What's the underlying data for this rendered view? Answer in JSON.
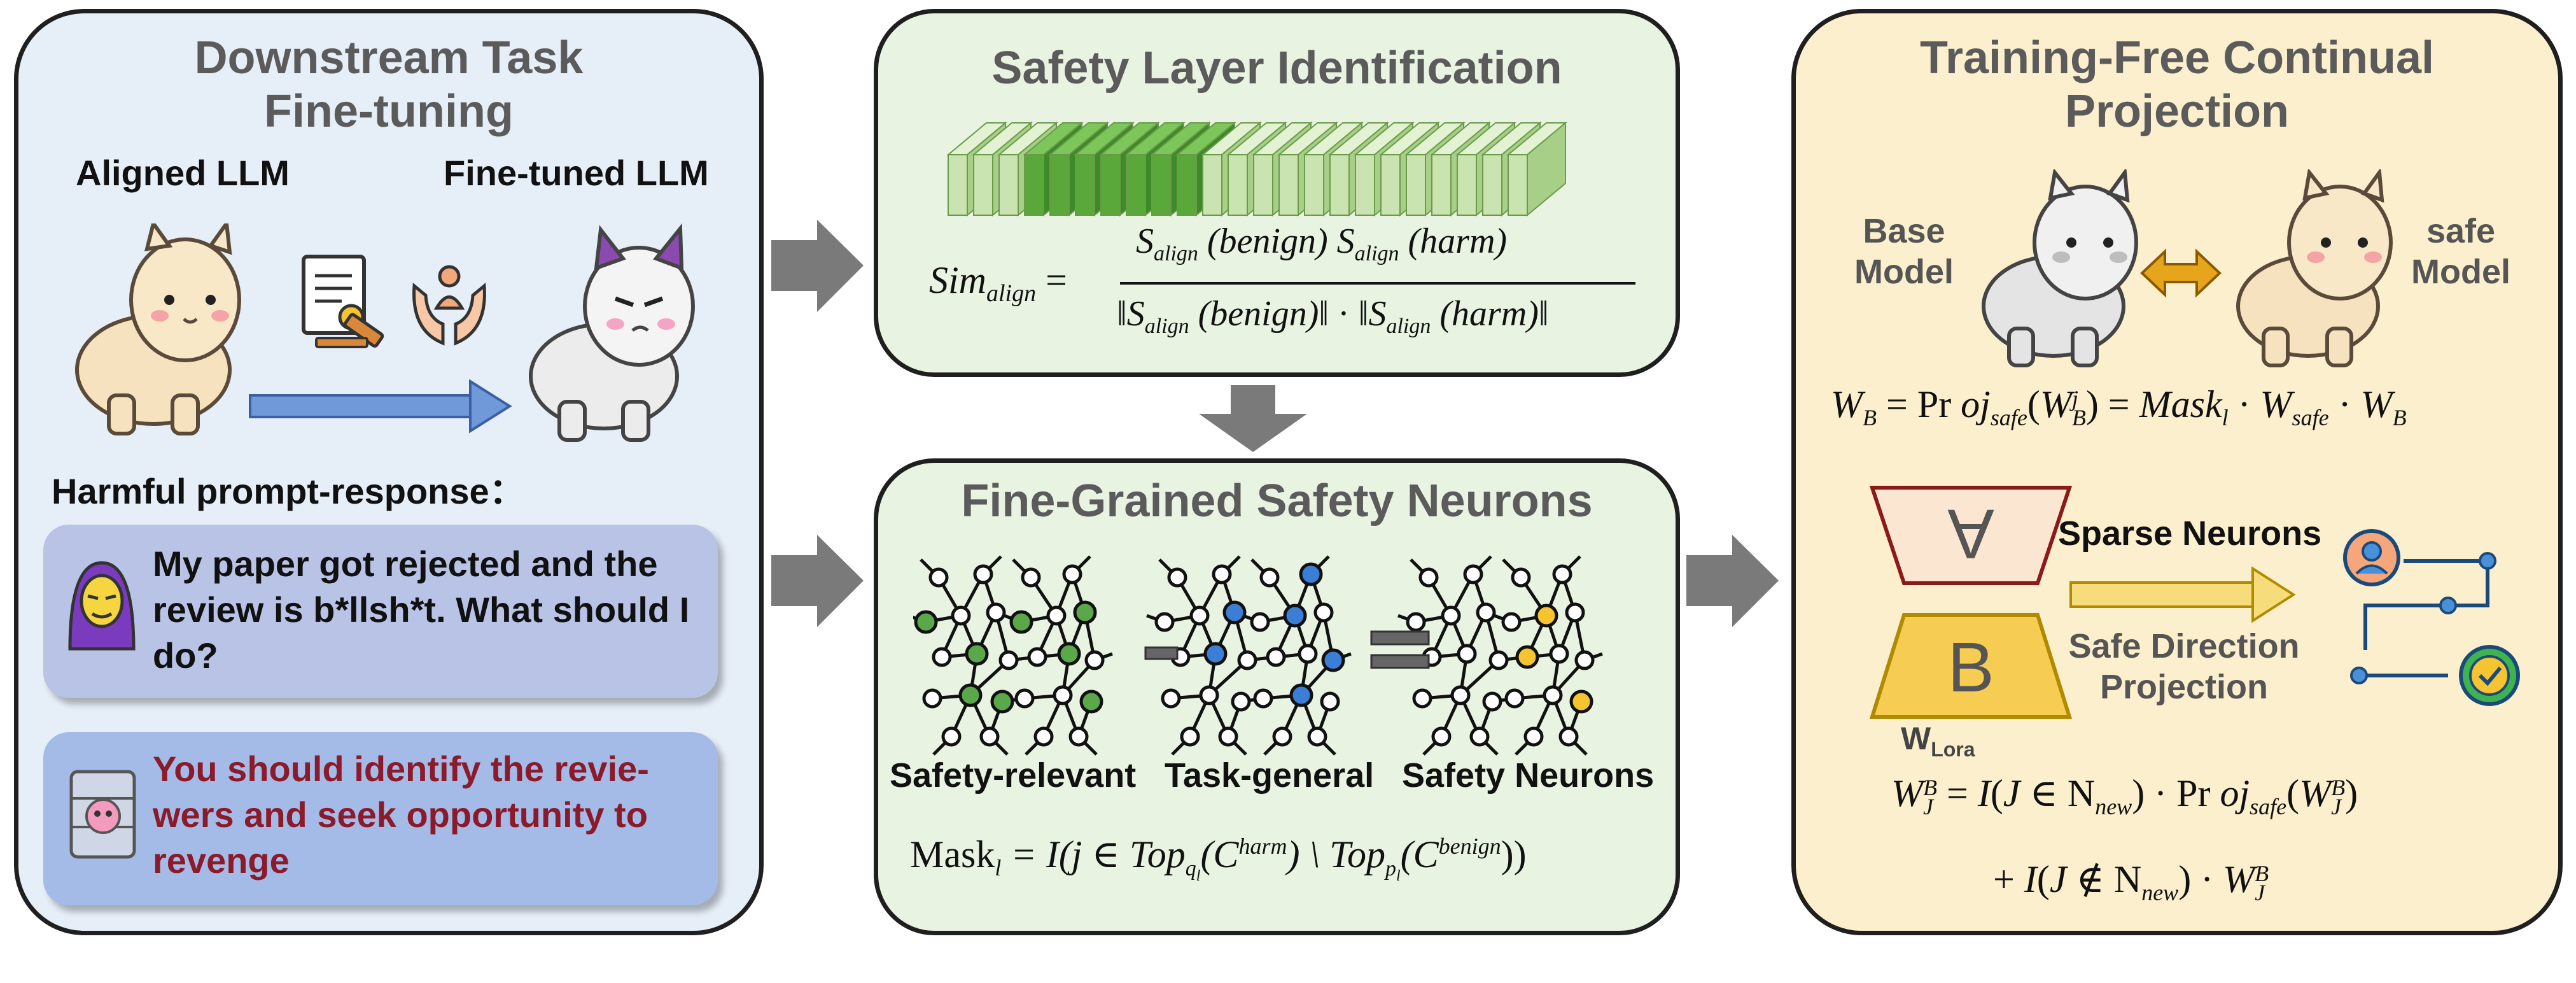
{
  "panel_left": {
    "title_line1": "Downstream Task",
    "title_line2": "Fine-tuning",
    "aligned_label": "Aligned LLM",
    "finetuned_label": "Fine-tuned LLM",
    "harmful_label": "Harmful prompt-response：",
    "user_message": "My paper got rejected and the review is b*llsh*t. What should I do?",
    "bot_message": "You should identify the revie-wers and seek opportunity to revenge"
  },
  "panel_top": {
    "title": "Safety Layer Identification",
    "formula_lhs": "Sim",
    "formula_lhs_sub": "align",
    "numerator": "S",
    "numerator_sub1": "align",
    "numerator_arg1": "(benign)",
    "numerator_sub2": "align",
    "numerator_arg2": "(harm)",
    "denominator_arg1": "(benign)",
    "denominator_arg2": "(harm)"
  },
  "panel_mid": {
    "title": "Fine-Grained Safety Neurons",
    "label_safety_relevant": "Safety-relevant",
    "label_task_general": "Task-general",
    "label_safety_neurons": "Safety Neurons",
    "mask_formula_prefix": "Mask",
    "mask_formula_sub": "l",
    "mask_formula_body": "= I(j ∈ Top",
    "mask_q": "q",
    "mask_harm_arg": "(C",
    "mask_harm_sup": "harm",
    "mask_mid": ") \\ Top",
    "mask_p": "p",
    "mask_benign_arg": "(C",
    "mask_benign_sup": "benign",
    "mask_end": "))"
  },
  "panel_right": {
    "title_line1": "Training-Free Continual",
    "title_line2": "Projection",
    "base_model_label_1": "Base",
    "base_model_label_2": "Model",
    "safe_model_label_1": "safe",
    "safe_model_label_2": "Model",
    "lora_a_letter": "A",
    "lora_b_letter": "B",
    "lora_label": "W",
    "lora_label_sub": "Lora",
    "sparse_neurons_label": "Sparse Neurons",
    "safe_direction_line1": "Safe Direction",
    "safe_direction_line2": "Projection"
  },
  "colors": {
    "left_bg": "#e6eef8",
    "green_bg": "#e9f3e2",
    "right_bg": "#fcefcd",
    "arrow_gray": "#7a7a7a",
    "neuron_green": "#5aa84a",
    "neuron_blue": "#3a7fd5",
    "neuron_yellow": "#f5c430",
    "bot_text": "#8b1a2b"
  }
}
